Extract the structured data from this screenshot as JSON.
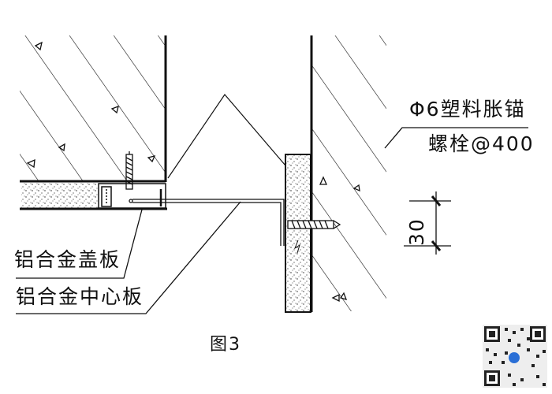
{
  "labels": {
    "anchor_line1": "Φ6塑料胀锚",
    "anchor_line2": "螺栓@400",
    "cover_plate": "铝合金盖板",
    "center_plate": "铝合金中心板",
    "dimension": "30",
    "figure_caption": "图3"
  },
  "colors": {
    "line": "#111111",
    "background": "#ffffff"
  }
}
